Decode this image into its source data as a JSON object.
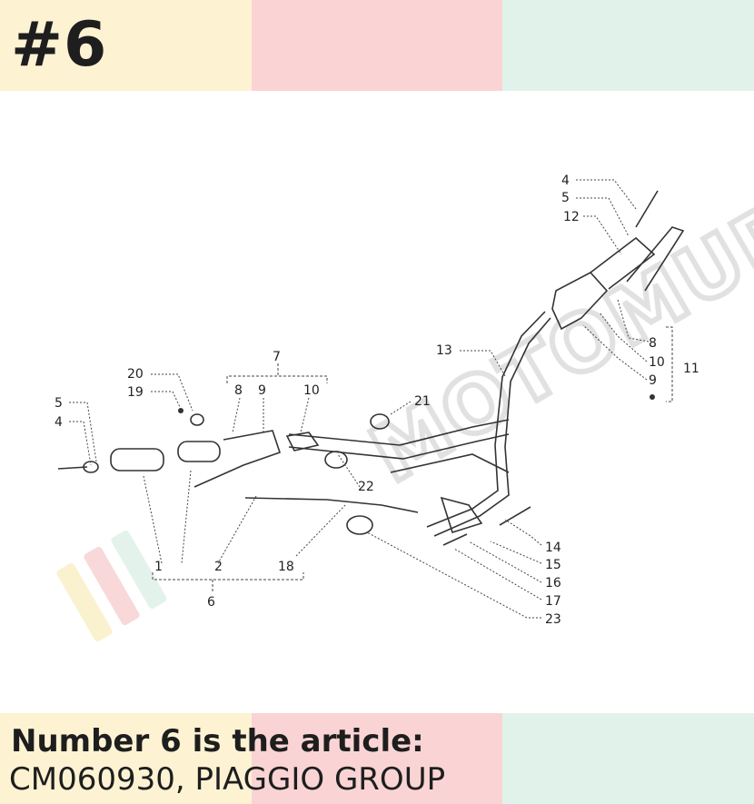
{
  "header": {
    "title": "#6"
  },
  "colors": {
    "band_yellow": "#fdf3d3",
    "band_pink": "#fad4d4",
    "band_green": "#e1f2ea"
  },
  "diagram": {
    "labels": {
      "l4_left": "4",
      "l5_left": "5",
      "l1": "1",
      "l2": "2",
      "l6_bottom": "6",
      "l18": "18",
      "l19": "19",
      "l20": "20",
      "l7": "7",
      "l8_left": "8",
      "l9_left": "9",
      "l10_left": "10",
      "l21": "21",
      "l22": "22",
      "l13": "13",
      "l4_right": "4",
      "l5_right": "5",
      "l12": "12",
      "l8_right": "8",
      "l10_right": "10",
      "l9_right": "9",
      "l11": "11",
      "l14": "14",
      "l15": "15",
      "l16": "16",
      "l17": "17",
      "l23": "23"
    },
    "watermark": "MOTOMURC.COM"
  },
  "footer": {
    "line1": "Number 6 is the article:",
    "line2": "CM060930, PIAGGIO GROUP"
  }
}
